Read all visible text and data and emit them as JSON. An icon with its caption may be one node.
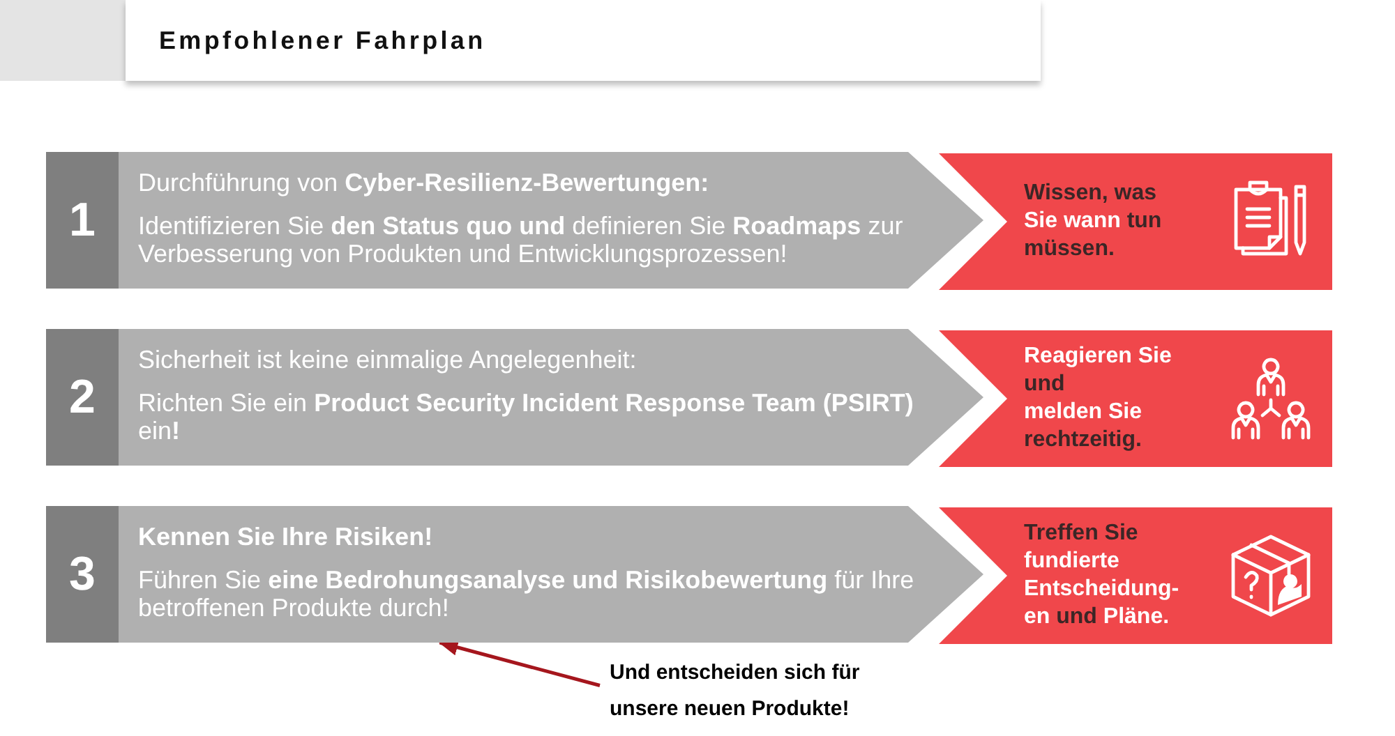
{
  "diagram": {
    "title": "Empfohlener Fahrplan",
    "nodes": [
      {
        "text": [
          "Durchführung von **Cyber-Resilienz-Bewertungen:**",
          "Identifizieren Sie **den Status quo und** definieren Sie **Roadmaps** zur Verbesserung von Produkten und Entwicklungsprozessen!"
        ]
      },
      {
        "text": [
          "1"
        ],
        "in": 0
      },
      {
        "text": [
          "Wissen, was Sie wann tun müssen."
        ]
      },
      {
        "text": [
          "Sicherheit ist keine einmalige Angelegenheit:",
          "Richten Sie ein **Product Security Incident Response Team (PSIRT)** ein**!**"
        ]
      },
      {
        "text": [
          "2"
        ],
        "in": 3
      },
      {
        "text": [
          "Reagieren Sie und melden Sie rechtzeitig."
        ]
      },
      {
        "text": [
          "Kennen Sie Ihre Risiken!",
          "Führen Sie **eine Bedrohungsanalyse und Risikobewertung** für Ihre betroffenen Produkte durch!"
        ]
      },
      {
        "text": [
          "3"
        ],
        "in": 6
      },
      {
        "text": [
          "Treffen Sie fundierte Entscheidung- en und Pläne."
        ]
      },
      {
        "text": [
          "Und entscheiden sich für unsere neuen Produkte!"
        ]
      }
    ],
    "edges": [
      {
        "from": 9,
        "to": 6,
        "arrow": "to",
        "color": "#a5161d"
      }
    ]
  }
}
